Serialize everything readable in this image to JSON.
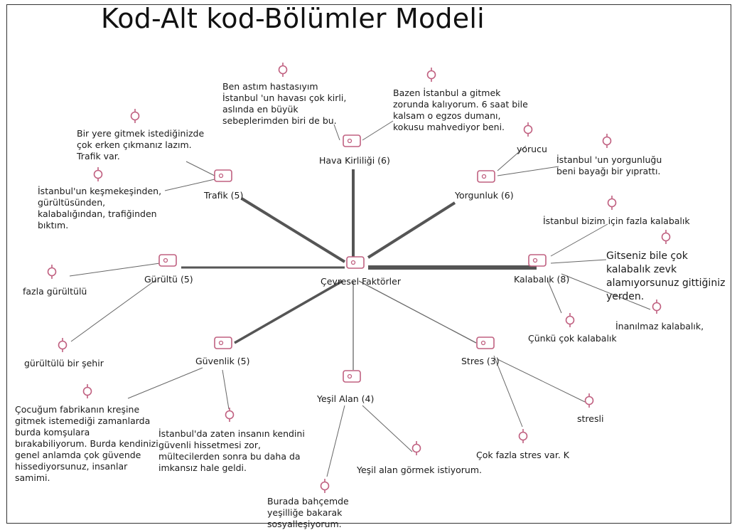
{
  "title": "Kod-Alt kod-Bölümler Modeli",
  "colors": {
    "icon": "#c06080",
    "line": "#555555",
    "thin": "#666666"
  },
  "center": {
    "label": "Çevresel Faktörler"
  },
  "codes": {
    "hava": "Hava Kirliliği (6)",
    "trafik": "Trafik (5)",
    "yorgunluk": "Yorgunluk (6)",
    "kalabalik": "Kalabalık (8)",
    "gurultu": "Gürültü (5)",
    "guvenlik": "Güvenlik (5)",
    "yesil": "Yeşil Alan (4)",
    "stres": "Stres (3)"
  },
  "quotes": {
    "hava1": "Ben astım hastasıyım İstanbul 'un havası çok kirli, aslında en büyük sebeplerimden biri de bu.",
    "hava2": "Bazen İstanbul a gitmek zorunda kalıyorum. 6 saat bile kalsam o egzos dumanı, kokusu mahvediyor beni.",
    "trafik1": "Bir yere gitmek istediğinizde çok erken çıkmanız lazım. Trafik var.",
    "trafik2": "İstanbul'un keşmekeşinden, gürültüsünden, kalabalığından, trafiğinden bıktım.",
    "yorg1": "yorucu",
    "yorg2": "İstanbul 'un yorgunluğu beni bayağı bir yıprattı.",
    "kal1": "İstanbul bizim için fazla kalabalık",
    "kal2": "Gitseniz bile çok kalabalık zevk alamıyorsunuz gittiğiniz yerden.",
    "kal3": "İnanılmaz kalabalık,",
    "kal4": "Çünkü çok kalabalık",
    "gur1": "fazla gürültülü",
    "gur2": "gürültülü bir şehir",
    "guv1": "Çocuğum fabrikanın kreşine gitmek istemediği zamanlarda burda komşulara bırakabiliyorum. Burda kendinizi genel anlamda çok güvende hissediyorsunuz, insanlar samimi.",
    "guv2": "İstanbul'da zaten insanın kendini güvenli hissetmesi zor, mültecilerden sonra bu daha da imkansız hale geldi.",
    "yes1": "Yeşil alan görmek istiyorum.",
    "yes2": "Burada bahçemde yeşilliğe bakarak sosyalleşiyorum.",
    "str1": "Çok fazla stres var. K",
    "str2": "stresli"
  }
}
